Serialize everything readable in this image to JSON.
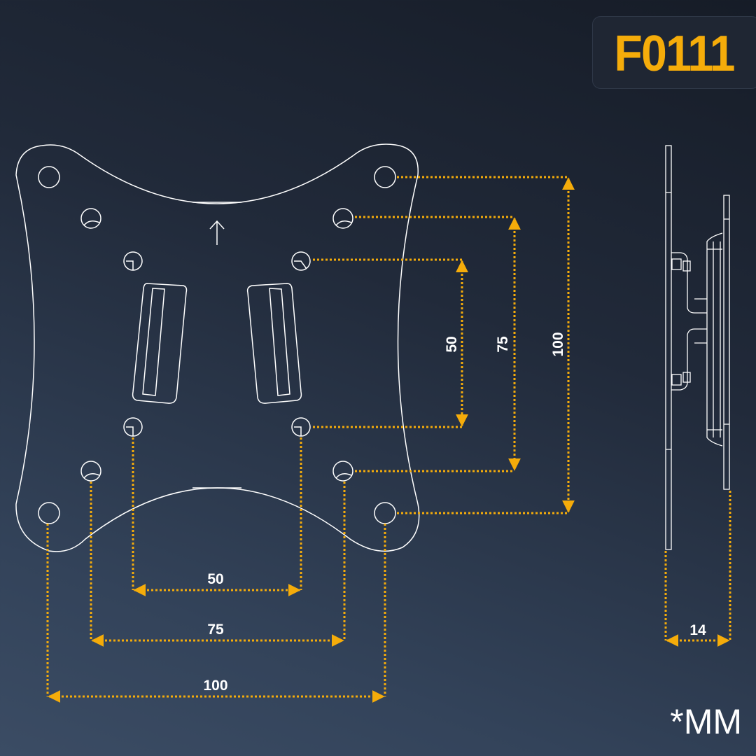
{
  "model_code": "F0111",
  "unit_label": "*MM",
  "colors": {
    "accent": "#f5ac0a",
    "line": "#ffffff"
  },
  "dimensions": {
    "horizontal": [
      "50",
      "75",
      "100"
    ],
    "vertical": [
      "50",
      "75",
      "100"
    ],
    "depth": "14"
  }
}
